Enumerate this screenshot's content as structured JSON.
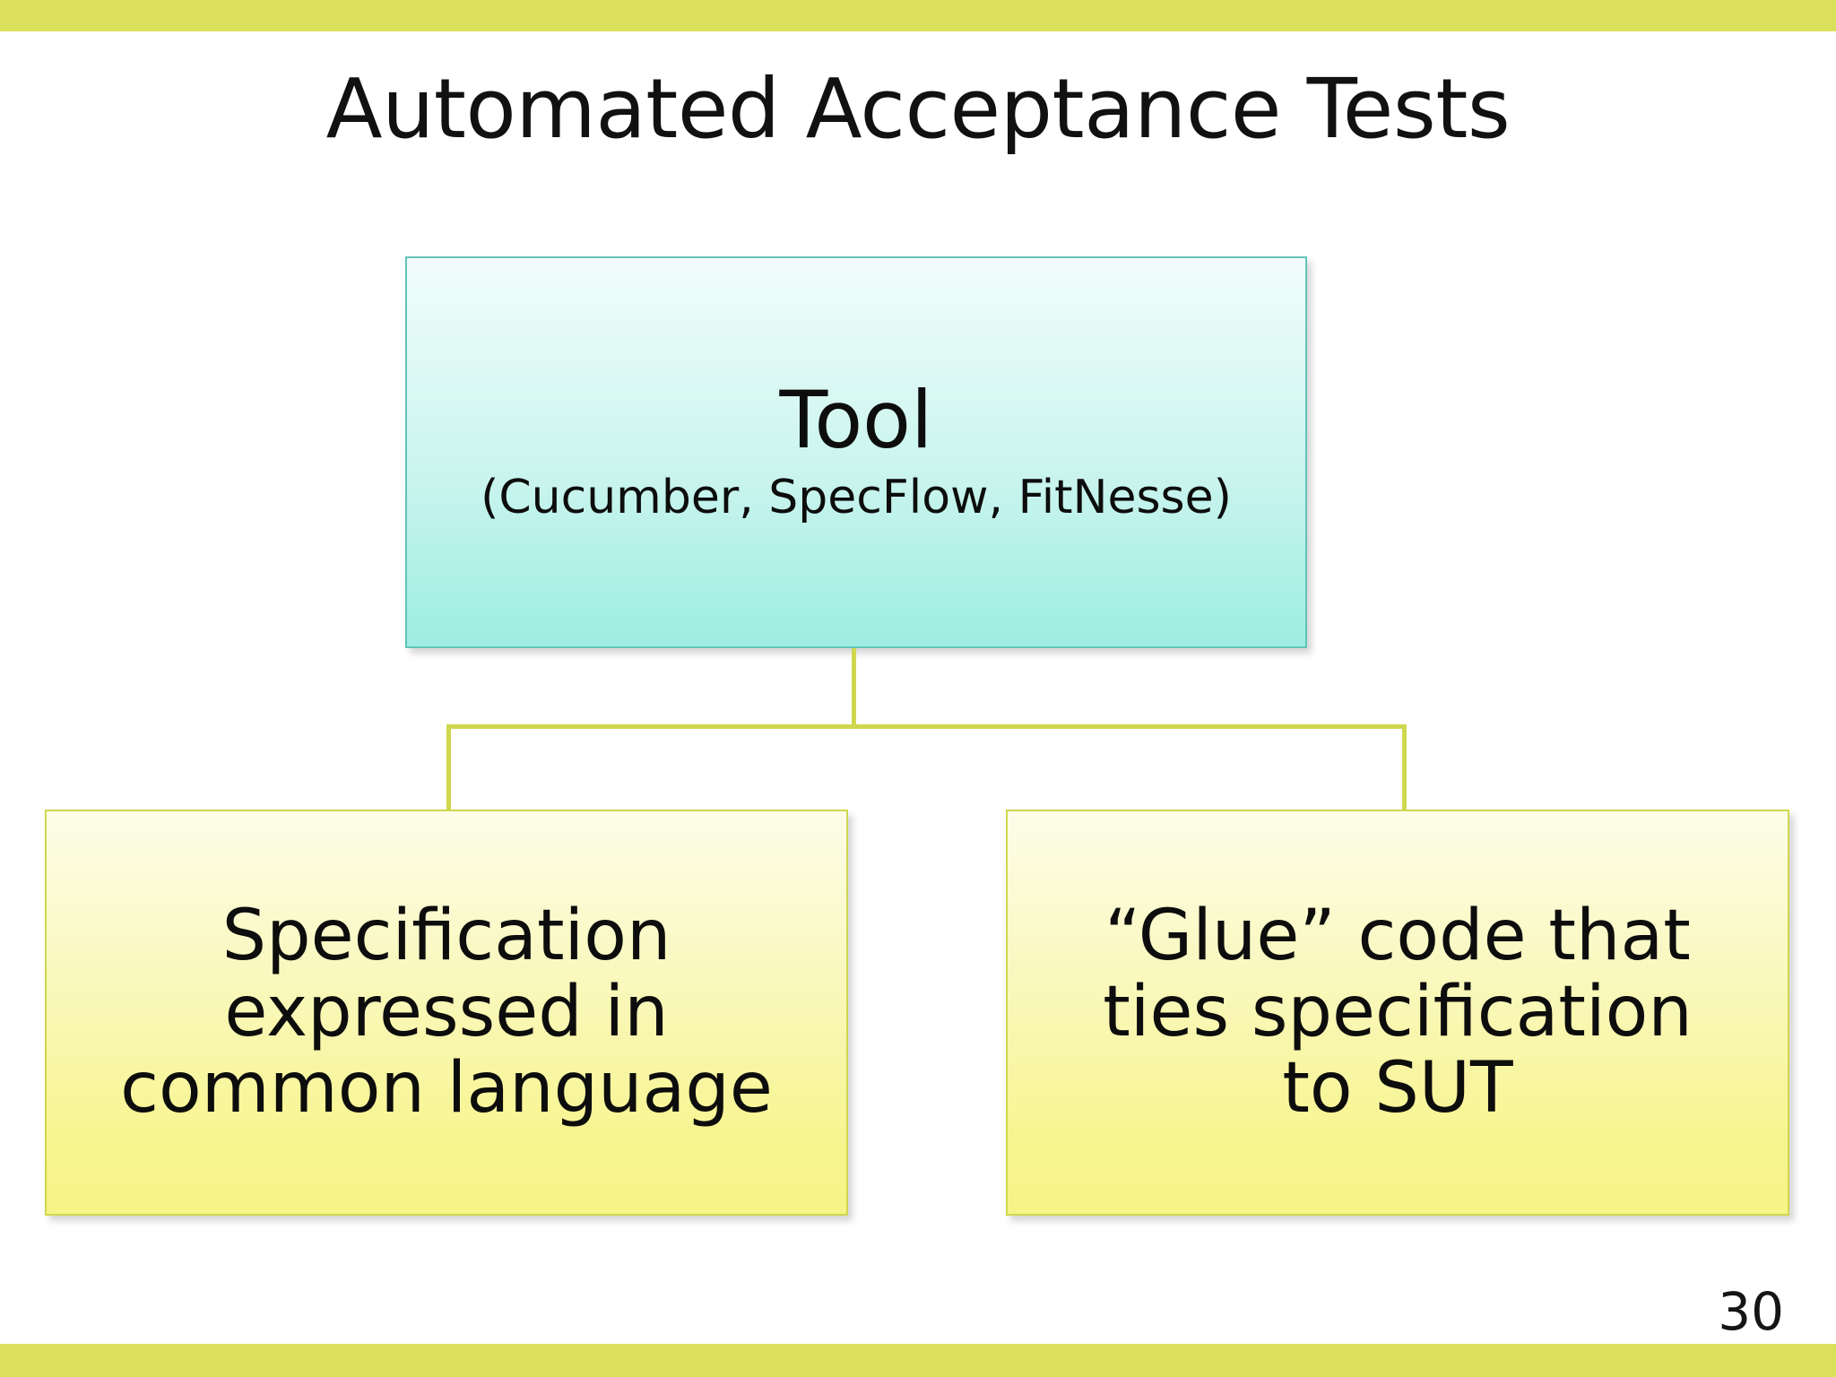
{
  "slide": {
    "title": "Automated Acceptance Tests",
    "page_number": "30",
    "accent_band_color": "#DBE05C"
  },
  "diagram": {
    "type": "tree",
    "root": {
      "name": "tool",
      "title": "Tool",
      "subtitle": "(Cucumber, SpecFlow, FitNesse)",
      "border_color": "#63C3B8",
      "fill_top": "#F2FDFB",
      "fill_bottom": "#9FECE1"
    },
    "connector_color": "#CFD74E",
    "children": [
      {
        "name": "specification",
        "text": "Specification expressed in common language",
        "lines": [
          "Specification",
          "expressed in",
          "common language"
        ],
        "border_color": "#CFD74E",
        "fill_top": "#FDFDE9",
        "fill_bottom": "#F6F486"
      },
      {
        "name": "glue-code",
        "text": "“Glue” code that ties specification to SUT",
        "lines": [
          "“Glue” code that",
          "ties specification",
          "to SUT"
        ],
        "border_color": "#CFD74E",
        "fill_top": "#FDFDE9",
        "fill_bottom": "#F6F486"
      }
    ]
  }
}
